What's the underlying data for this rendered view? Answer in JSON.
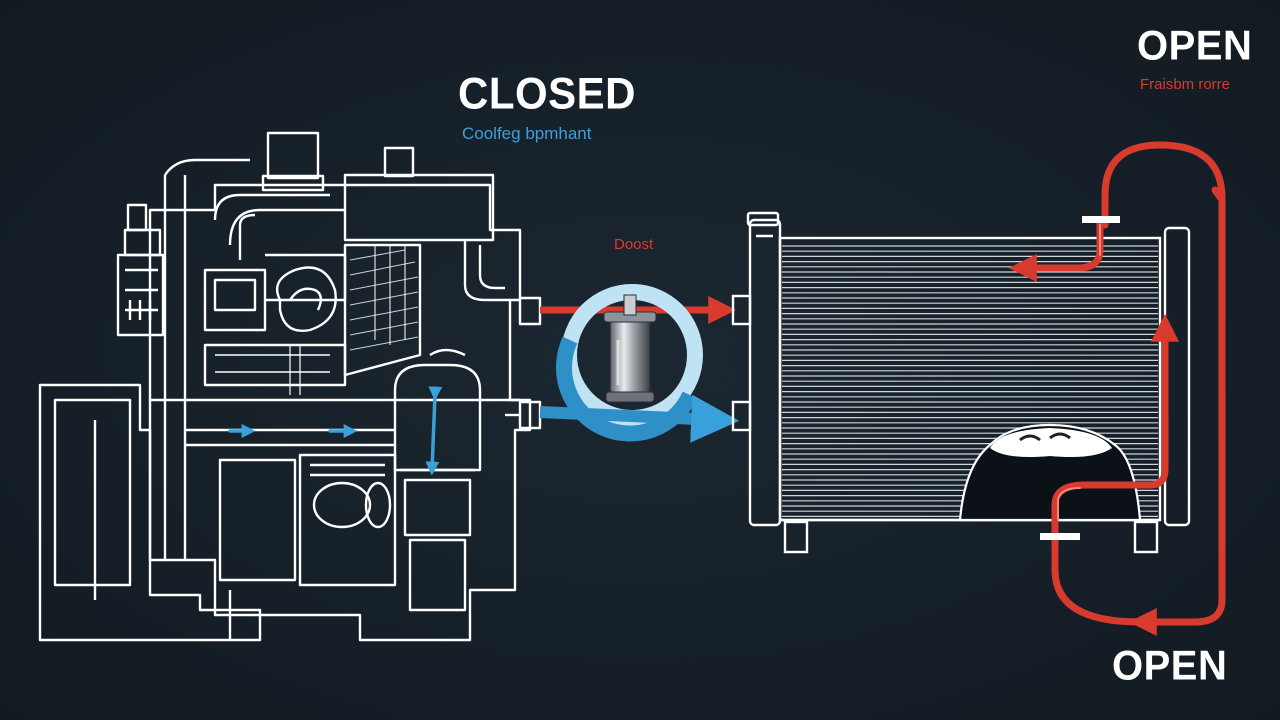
{
  "labels": {
    "closed_title": "CLOSED",
    "closed_caption": "Coolfeg bpmhant",
    "open_top_title": "OPEN",
    "open_top_caption": "Fraisbm rorre",
    "thermostat_caption": "Doost",
    "open_bottom_title": "OPEN"
  },
  "colors": {
    "background": "#17212a",
    "outline": "#ffffff",
    "cold_flow": "#3aa0db",
    "hot_flow": "#d93a2e",
    "thermostat_ring": "#bfe3f5"
  },
  "icons": {
    "engine": "engine-block-outline",
    "thermostat": "thermostat-valve-icon",
    "radiator": "radiator-outline",
    "fan": "cooling-fan-shroud"
  }
}
